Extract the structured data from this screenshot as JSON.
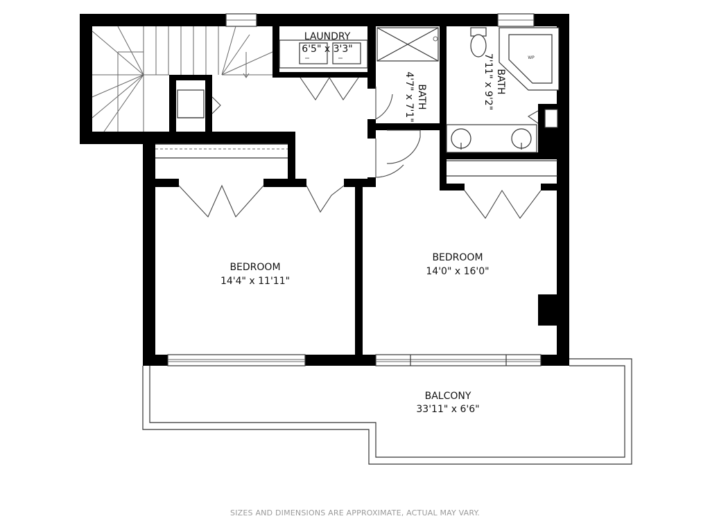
{
  "rooms": {
    "laundry": {
      "name": "LAUNDRY",
      "dims": "6'5\" x 3'3\""
    },
    "bath_small": {
      "name": "BATH",
      "dims": "4'7\" x 7'1\""
    },
    "bath_master": {
      "name": "BATH",
      "dims": "7'11\" x 9'2\""
    },
    "bedroom_left": {
      "name": "BEDROOM",
      "dims": "14'4\" x 11'11\""
    },
    "bedroom_right": {
      "name": "BEDROOM",
      "dims": "14'0\" x 16'0\""
    },
    "balcony": {
      "name": "BALCONY",
      "dims": "33'11\" x 6'6\""
    }
  },
  "fixtures": {
    "tub_label": "WP"
  },
  "disclaimer": "SIZES AND DIMENSIONS ARE APPROXIMATE, ACTUAL MAY VARY.",
  "colors": {
    "wall": "#000000",
    "background": "#ffffff",
    "disclaimer": "#9a9a9a"
  }
}
